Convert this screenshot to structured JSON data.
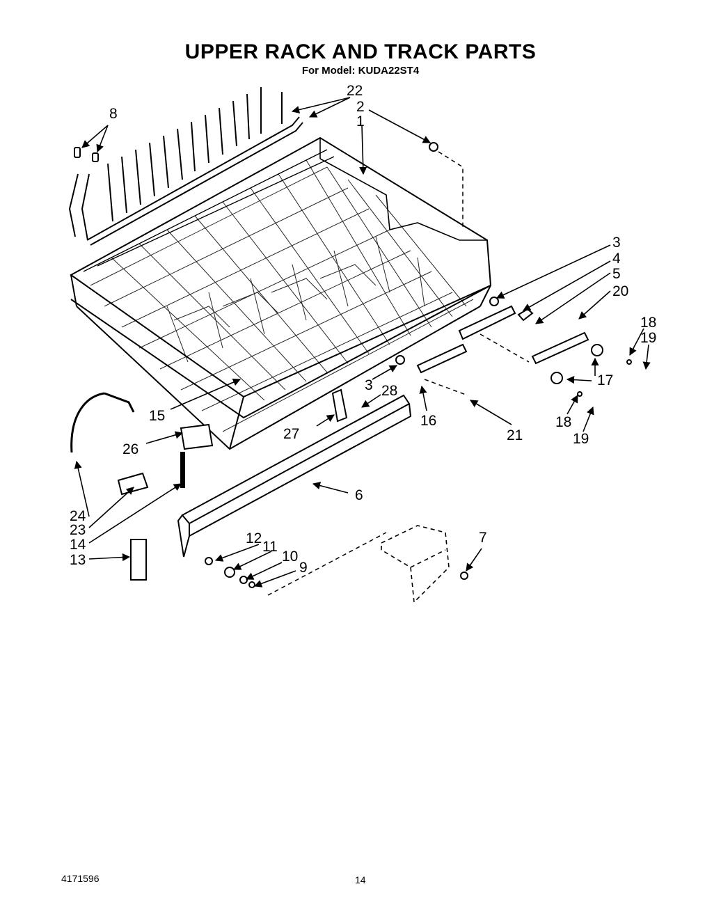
{
  "title": "UPPER RACK AND TRACK PARTS",
  "subtitle": "For Model: KUDA22ST4",
  "footer": {
    "doc_number": "4171596",
    "page_number": "14"
  },
  "callouts": [
    "1",
    "2",
    "3",
    "3",
    "4",
    "5",
    "6",
    "7",
    "8",
    "9",
    "10",
    "11",
    "12",
    "13",
    "14",
    "15",
    "16",
    "17",
    "18",
    "18",
    "19",
    "19",
    "20",
    "21",
    "22",
    "23",
    "24",
    "26",
    "27",
    "28"
  ]
}
